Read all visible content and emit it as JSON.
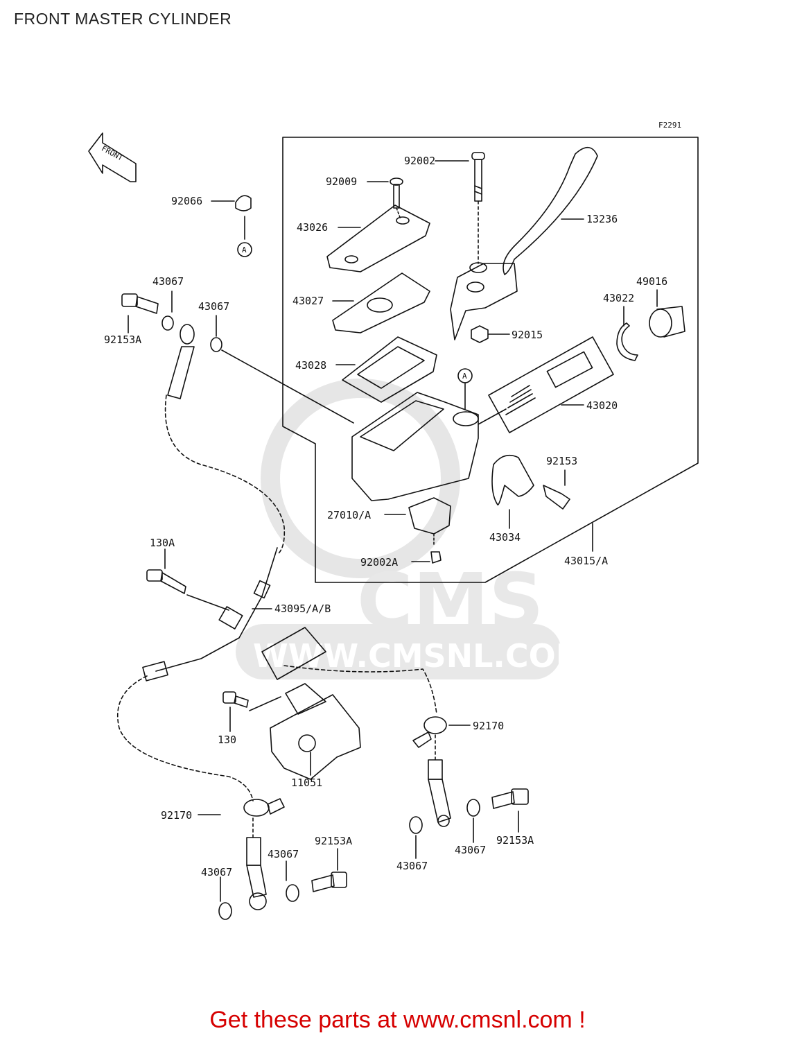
{
  "header": {
    "title": "FRONT MASTER CYLINDER"
  },
  "figure": {
    "code": "F2291",
    "front_arrow_text": "FRONT"
  },
  "watermark": {
    "brand": "CMS",
    "url": "WWW.CMSNL.COM"
  },
  "callouts": {
    "ref_a": "A",
    "p92002": "92002",
    "p92009": "92009",
    "p92066": "92066",
    "p13236": "13236",
    "p43026": "43026",
    "p43067_a": "43067",
    "p43067_b": "43067",
    "p92153a_a": "92153A",
    "p43027": "43027",
    "p43022": "43022",
    "p49016": "49016",
    "p92015": "92015",
    "p43028": "43028",
    "p43020": "43020",
    "p92153": "92153",
    "p27010a": "27010/A",
    "p43034": "43034",
    "p130a": "130A",
    "p92002a": "92002A",
    "p43015a": "43015/A",
    "p43095ab": "43095/A/B",
    "p92170_a": "92170",
    "p130": "130",
    "p11051": "11051",
    "p92170_b": "92170",
    "p92153a_b": "92153A",
    "p43067_c": "43067",
    "p43067_d": "43067",
    "p43067_e": "43067",
    "p43067_f": "43067",
    "p92153a_c": "92153A"
  },
  "footer": {
    "text": "Get these parts at www.cmsnl.com !"
  },
  "colors": {
    "footer": "#d60000",
    "line": "#111111",
    "watermark": "#e6e6e6"
  }
}
